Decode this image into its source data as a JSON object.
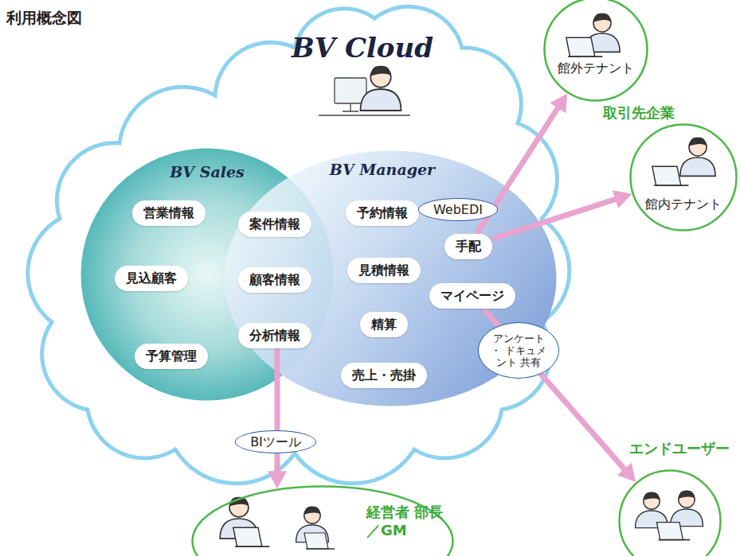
{
  "diagram": {
    "title": "利用概念図",
    "nodes": [
      {
        "text": [
          "BV Cloud"
        ]
      },
      {
        "text": [
          "BV Sales"
        ],
        "in": 0
      },
      {
        "text": [
          "BV Manager"
        ],
        "in": 0
      },
      {
        "text": [
          "営業情報"
        ],
        "in": 1
      },
      {
        "text": [
          "見込顧客"
        ],
        "in": 1
      },
      {
        "text": [
          "予算管理"
        ],
        "in": 1
      },
      {
        "text": [
          "案件情報"
        ],
        "in": 1
      },
      {
        "text": [
          "顧客情報"
        ],
        "in": 1
      },
      {
        "text": [
          "分析情報"
        ],
        "in": 1
      },
      {
        "text": [
          "予約情報"
        ],
        "in": 2
      },
      {
        "text": [
          "見積情報"
        ],
        "in": 2
      },
      {
        "text": [
          "精算"
        ],
        "in": 2
      },
      {
        "text": [
          "売上・売掛"
        ],
        "in": 2
      },
      {
        "text": [
          "手配"
        ],
        "in": 2
      },
      {
        "text": [
          "マイページ"
        ],
        "in": 2
      },
      {
        "text": [
          "館外テナント"
        ]
      },
      {
        "text": [
          "館内テナント"
        ]
      },
      {
        "text": [
          "エンドユーザー"
        ]
      },
      {
        "text": [
          "経営者 部長／GM"
        ]
      }
    ],
    "edges": [
      {
        "from": 13,
        "to": 15,
        "arrow": "to",
        "label": "WebEDI"
      },
      {
        "from": 13,
        "to": 16,
        "arrow": "to"
      },
      {
        "from": 14,
        "to": 17,
        "arrow": "to",
        "label": "アンケート ・ ドキュメント 共有"
      },
      {
        "from": 8,
        "to": 18,
        "arrow": "to",
        "label": "BIツール"
      }
    ],
    "labels": [
      "取引先企業"
    ]
  }
}
